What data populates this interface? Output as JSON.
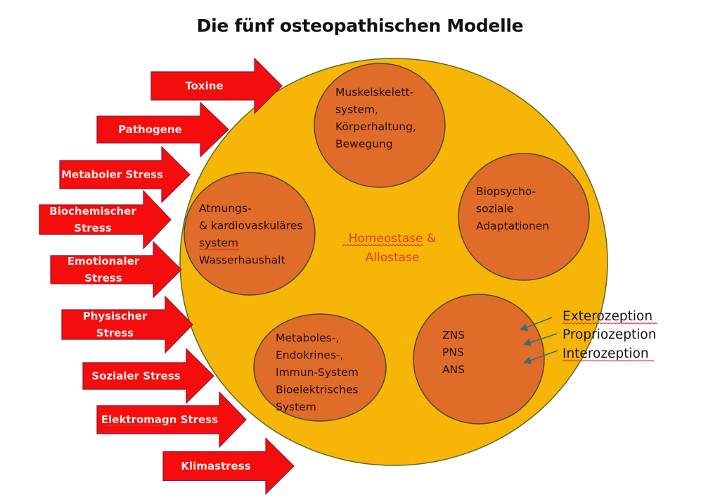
{
  "title": "Die fünf osteopathischen Modelle",
  "colors": {
    "arrow_fill": "#f50d0d",
    "arrow_stroke": "#8a1a3a",
    "outer_fill": "#f6b507",
    "outer_stroke": "#5d6a2a",
    "model_fill": "#e06c2a",
    "model_stroke": "#4e4a24",
    "center_text": "#e8351e",
    "sense_arrow": "#3b6e7a"
  },
  "stressors": [
    {
      "id": "toxine",
      "lines": [
        "Toxine"
      ]
    },
    {
      "id": "pathogene",
      "lines": [
        "Pathogene"
      ]
    },
    {
      "id": "metaboler-stress",
      "lines": [
        "Metaboler Stress"
      ]
    },
    {
      "id": "biochemischer-stress",
      "lines": [
        "Biochemischer",
        "Stress"
      ]
    },
    {
      "id": "emotionaler-stress",
      "lines": [
        "Emotionaler",
        "Stress"
      ]
    },
    {
      "id": "physischer-stress",
      "lines": [
        "Physischer",
        "Stress"
      ]
    },
    {
      "id": "sozialer-stress",
      "lines": [
        "Sozialer Stress"
      ]
    },
    {
      "id": "elektromagn-stress",
      "lines": [
        "Elektromagn Stress"
      ],
      "spellcheck_underline": "Elektromagn"
    },
    {
      "id": "klimastress",
      "lines": [
        "Klimastress"
      ]
    }
  ],
  "center_label": {
    "lines": [
      "Homeostase &",
      "Allostase"
    ],
    "spellcheck_underline": "Homeostase"
  },
  "models": [
    {
      "id": "muskelskelett",
      "lines": [
        "Muskelskelett-",
        "system,",
        "Körperhaltung,",
        "Bewegung"
      ]
    },
    {
      "id": "biopsychosozial",
      "lines": [
        "Biopsycho-",
        "soziale",
        "Adaptationen"
      ]
    },
    {
      "id": "atmung-kardio",
      "lines": [
        "Atmungs-",
        "& kardiovaskuläres",
        "system",
        "Wasserhaushalt"
      ],
      "spellcheck_underline_line": 2
    },
    {
      "id": "metabolisch",
      "lines": [
        "Metaboles-,",
        "Endokrines-,",
        "Immun-System",
        "Bioelektrisches",
        "System"
      ]
    },
    {
      "id": "neurologisch",
      "lines": [
        "ZNS",
        "PNS",
        "ANS"
      ]
    }
  ],
  "senses": [
    {
      "id": "exterozeption",
      "label": "Exterozeption"
    },
    {
      "id": "propriozeption",
      "label": "Propriozeption"
    },
    {
      "id": "interozeption",
      "label": "Interozeption"
    }
  ]
}
